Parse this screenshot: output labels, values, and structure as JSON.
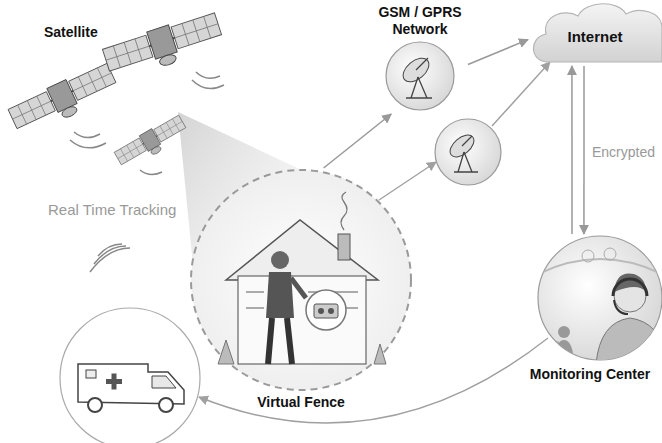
{
  "diagram": {
    "nodes": [
      {
        "text": [
          "GSM / GPRS Network"
        ]
      },
      {
        "text": [
          "Internet"
        ]
      },
      {
        "text": [
          "Virtual Fence"
        ]
      },
      {
        "text": [
          "Monitoring Center"
        ]
      }
    ],
    "edges": [
      {
        "from": 2,
        "to": 0,
        "arrow": "to"
      },
      {
        "from": 0,
        "to": 1,
        "arrow": "to"
      },
      {
        "from": 1,
        "to": 3,
        "arrow": "to"
      },
      {
        "from": 3,
        "to": 1,
        "arrow": "to",
        "label": "Encrypted"
      }
    ],
    "labels": [
      "Satellite",
      "Real Time Tracking"
    ]
  }
}
